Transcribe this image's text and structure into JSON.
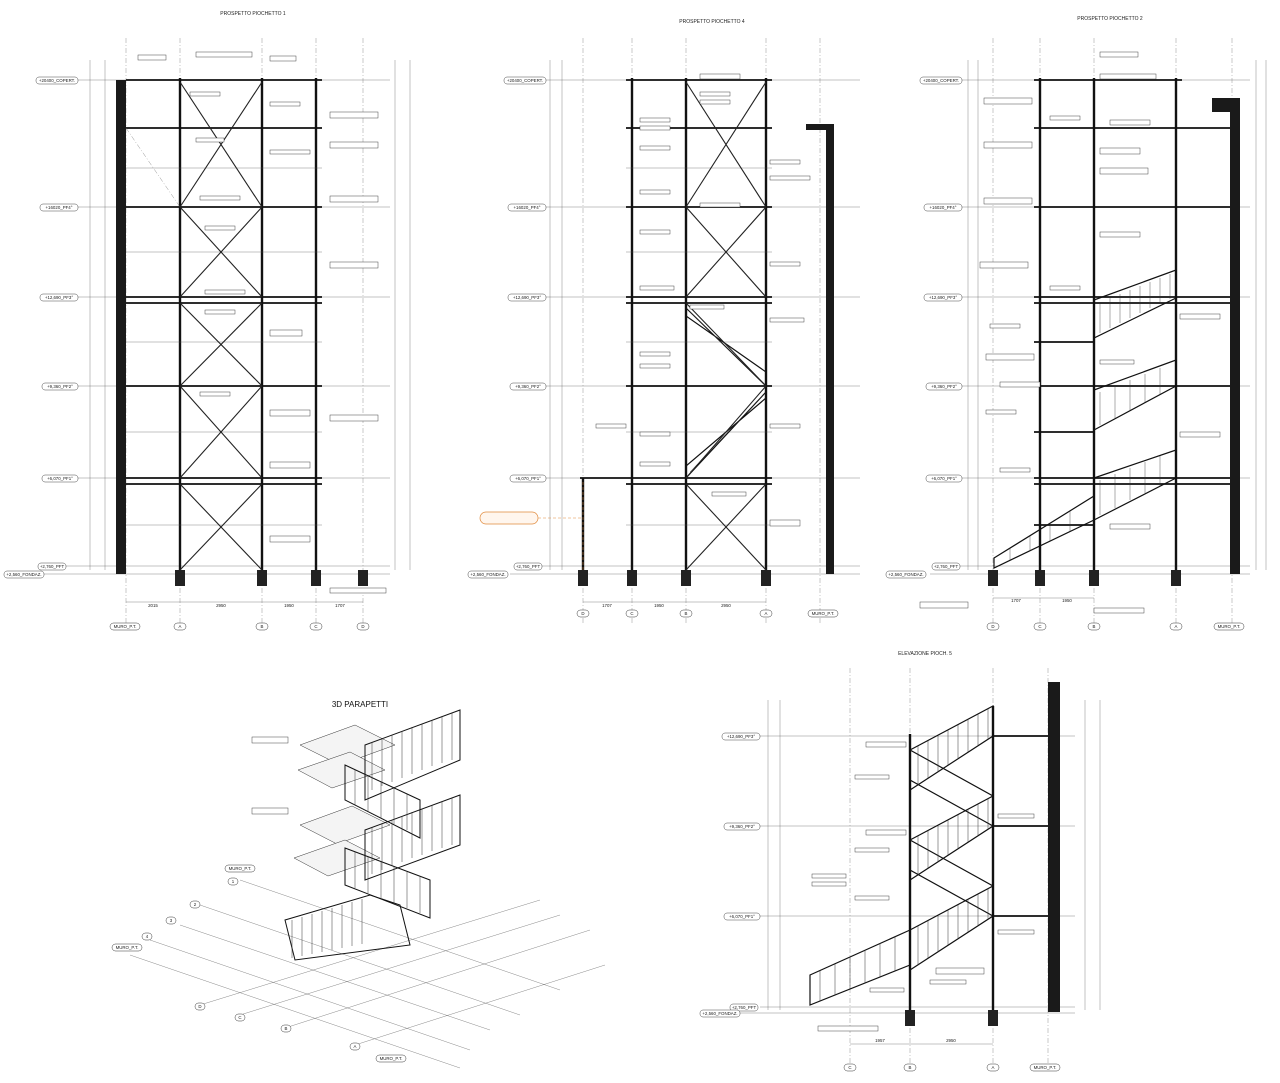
{
  "drawings": {
    "elev1": {
      "title": "PROSPETTO PIOCHETTO 1"
    },
    "elev4": {
      "title": "PROSPETTO PIOCHETTO 4"
    },
    "elev2": {
      "title": "PROSPETTO PIOCHETTO 2"
    },
    "iso": {
      "title": "3D PARAPETTI"
    },
    "elev5": {
      "title": "ELEVAZIONE PIOCH. 5"
    }
  },
  "levels": {
    "copert": "+20400_COPERT.",
    "pf4": "+16020_PF4°",
    "pf3": "+12,690_PF3°",
    "pf2": "+9,360_PF2°",
    "pf1": "+6,070_PF1°",
    "pft": "+2,760_PFT",
    "fondaz": "+2,560_FONDAZ."
  },
  "axes": {
    "muro": "MURO_P.T.",
    "A": "A",
    "B": "B",
    "C": "C",
    "D": "D",
    "n1": "1",
    "n2": "2",
    "n3": "3",
    "n4": "4"
  },
  "dims": {
    "e1": [
      "2015",
      "2950",
      "1950",
      "1707"
    ],
    "e4": [
      "1707",
      "1950",
      "2950"
    ],
    "e2": [
      "1707",
      "1950"
    ],
    "e5": [
      "1957",
      "2950"
    ]
  },
  "colors": {
    "ink": "#111111",
    "wall": "#1a1a1a",
    "markup": "#e08a3c"
  }
}
